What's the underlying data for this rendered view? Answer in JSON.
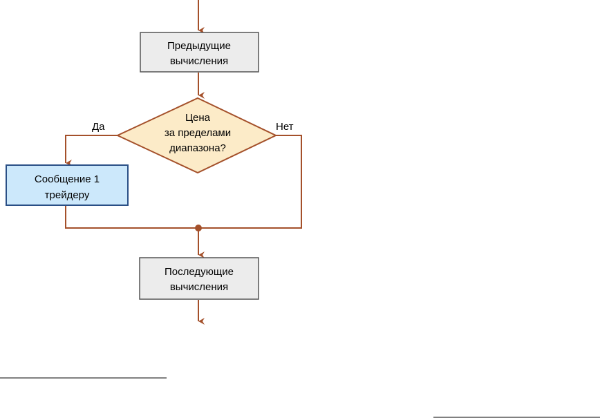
{
  "flowchart": {
    "prev_step": {
      "line1": "Предыдущие",
      "line2": "вычисления"
    },
    "decision": {
      "line1": "Цена",
      "line2": "за пределами",
      "line3": "диапазона?"
    },
    "yes_label": "Да",
    "no_label": "Нет",
    "message_step": {
      "line1": "Сообщение 1",
      "line2": "трейдеру"
    },
    "next_step": {
      "line1": "Последующие",
      "line2": "вычисления"
    }
  },
  "colors": {
    "connector": "#a4502a",
    "process_fill": "#ececec",
    "process_border": "#555555",
    "decision_fill": "#fcebc8",
    "decision_border": "#a4502a",
    "message_fill": "#cce8fb",
    "message_border": "#2a4f86",
    "footnote_rule": "#000000"
  }
}
